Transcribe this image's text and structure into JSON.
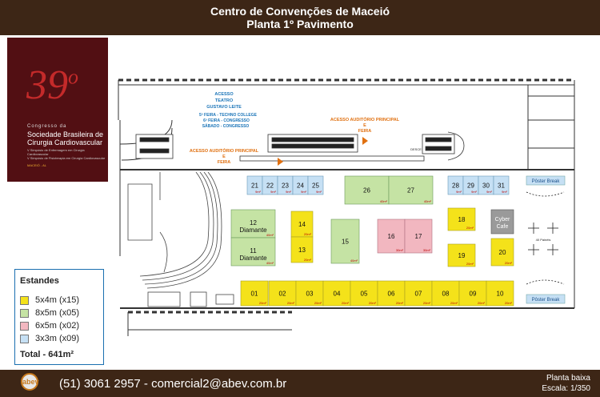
{
  "header": {
    "title": "Centro de Convenções de Maceió",
    "subtitle": "Planta 1º Pavimento"
  },
  "congress": {
    "number": "39",
    "ordinal": "o",
    "small": "Congresso da",
    "name_line1": "Sociedade Brasileira de",
    "name_line2": "Cirurgia Cardiovascular",
    "lines": [
      "V Simpósio de Enfermagem em Cirurgia Cardiovascular",
      "V Simpósio de Fisioterapia em Cirurgia Cardiovascular"
    ],
    "date": "MACEIÓ - AL"
  },
  "legend": {
    "title": "Estandes",
    "items": [
      {
        "label": "5x4m (x15)",
        "color": "#f4e21a"
      },
      {
        "label": "8x5m (x05)",
        "color": "#c5e3a4"
      },
      {
        "label": "6x5m (x02)",
        "color": "#f2b7c0"
      },
      {
        "label": "3x3m (x09)",
        "color": "#c6e0f4"
      }
    ],
    "total": "Total - 641m²"
  },
  "plan_labels": {
    "acesso_teatro": [
      "ACESSO",
      "TEATRO",
      "GUSTAVO LEITE"
    ],
    "days": [
      "5ª FEIRA - TECHNO COLLEGE",
      "6ª FEIRA - CONGRESSO",
      "SÁBADO - CONGRESSO"
    ],
    "acesso_auditorio_top": [
      "ACESSO AUDITÓRIO PRINCIPAL",
      "E",
      "FEIRA"
    ],
    "acesso_auditorio_left": [
      "ACESSO AUDITÓRIO PRINCIPAL",
      "E",
      "FEIRA"
    ],
    "desce": "DESCE",
    "poster_break_top": "Pôster Break",
    "poster_break_bottom": "Pôster Break",
    "cyber_cafe": [
      "Cyber",
      "Cafe"
    ],
    "paineis": "40 Painéis",
    "diamante": "Diamante"
  },
  "stands": {
    "small": [
      {
        "num": "21",
        "area": "9m²"
      },
      {
        "num": "22",
        "area": "9m²"
      },
      {
        "num": "23",
        "area": "9m²"
      },
      {
        "num": "24",
        "area": "9m²"
      },
      {
        "num": "25",
        "area": "9m²"
      },
      {
        "num": "28",
        "area": "9m²"
      },
      {
        "num": "29",
        "area": "9m²"
      },
      {
        "num": "30",
        "area": "9m²"
      },
      {
        "num": "31",
        "area": "9m²"
      }
    ],
    "green": [
      {
        "num": "26",
        "area": "40m²"
      },
      {
        "num": "27",
        "area": "40m²"
      },
      {
        "num": "12",
        "area": "40m²"
      },
      {
        "num": "11",
        "area": "40m²"
      },
      {
        "num": "15",
        "area": "40m²"
      }
    ],
    "pink": [
      {
        "num": "16",
        "area": "30m²"
      },
      {
        "num": "17",
        "area": "30m²"
      }
    ],
    "yellow": [
      {
        "num": "14",
        "area": "20m²"
      },
      {
        "num": "13",
        "area": "20m²"
      },
      {
        "num": "18",
        "area": "20m²"
      },
      {
        "num": "19",
        "area": "20m²"
      },
      {
        "num": "20",
        "area": "20m²"
      },
      {
        "num": "01",
        "area": "20m²"
      },
      {
        "num": "02",
        "area": "20m²"
      },
      {
        "num": "03",
        "area": "20m²"
      },
      {
        "num": "04",
        "area": "20m²"
      },
      {
        "num": "05",
        "area": "20m²"
      },
      {
        "num": "06",
        "area": "20m²"
      },
      {
        "num": "07",
        "area": "20m²"
      },
      {
        "num": "08",
        "area": "20m²"
      },
      {
        "num": "09",
        "area": "20m²"
      },
      {
        "num": "10",
        "area": "20m²"
      }
    ]
  },
  "footer": {
    "contact": "(51) 3061 2957 - comercial2@abev.com.br",
    "plan_type": "Planta baixa",
    "scale": "Escala: 1/350",
    "logo": "abev"
  }
}
